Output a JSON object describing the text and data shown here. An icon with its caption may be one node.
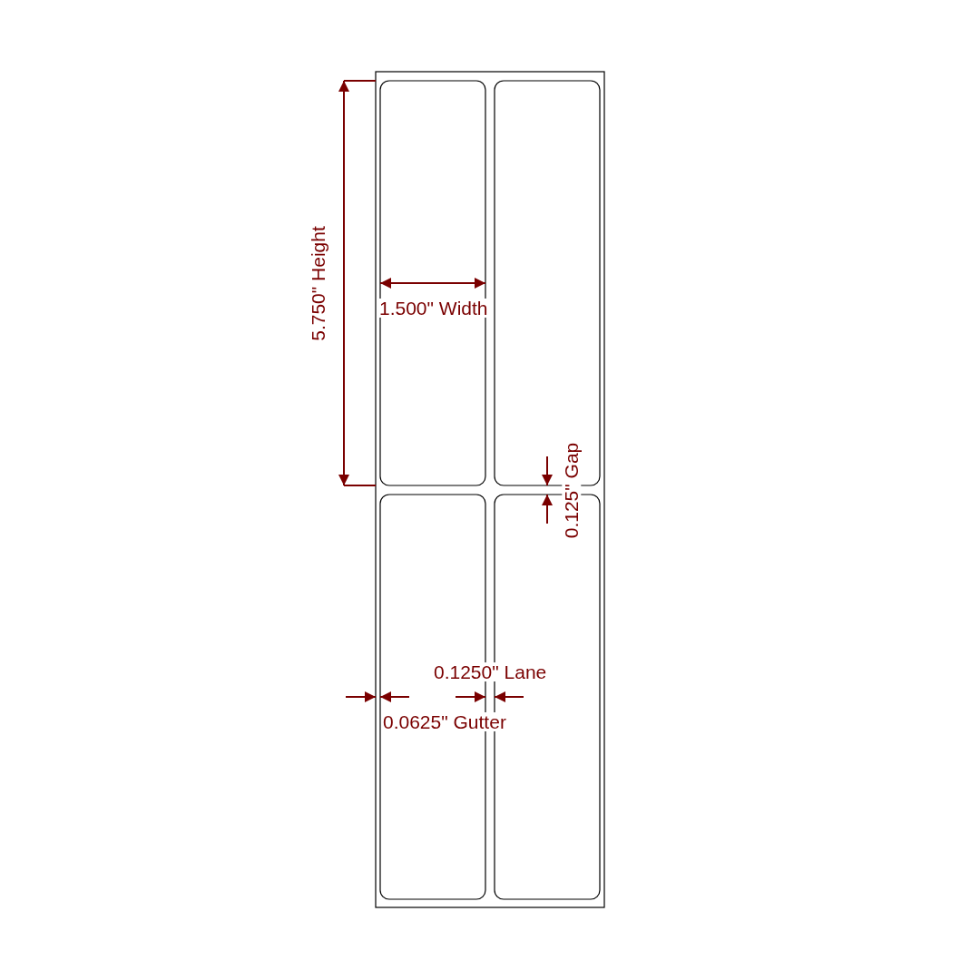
{
  "diagram": {
    "labels": [
      "5.750\" Height",
      "1.500\" Width",
      "0.125\" Gap",
      "0.1250\" Lane",
      "0.0625\" Gutter"
    ]
  }
}
